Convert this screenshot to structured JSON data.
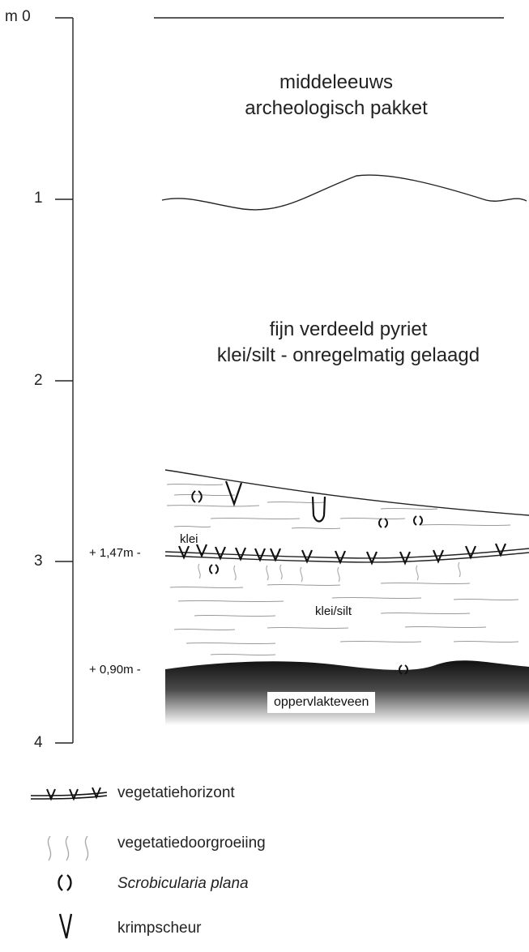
{
  "depth_scale": {
    "unit": "m",
    "ticks": [
      "m 0",
      "1",
      "2",
      "3",
      "4"
    ]
  },
  "layers": {
    "top": {
      "line1": "middeleeuws",
      "line2": "archeologisch pakket"
    },
    "middle": {
      "line1": "fijn verdeeld pyriet",
      "line2": "klei/silt - onregelmatig gelaagd"
    },
    "clay": "klei",
    "clay_silt": "klei/silt",
    "peat": "oppervlakteveen"
  },
  "levels": {
    "upper": "+ 1,47m -",
    "lower": "+ 0,90m -"
  },
  "legend": {
    "items": [
      {
        "icon": "vegetation-horizon-icon",
        "label": "vegetatiehorizont",
        "italic": false
      },
      {
        "icon": "root-growth-icon",
        "label": "vegetatiedoorgroeiing",
        "italic": false
      },
      {
        "icon": "shell-icon",
        "label": "Scrobicularia plana",
        "italic": true
      },
      {
        "icon": "crack-icon",
        "label": "krimpscheur",
        "italic": false
      }
    ]
  },
  "colors": {
    "line": "#222222",
    "silt_lines": "#9a9a9a",
    "roots": "#b0b0b0",
    "peat_dark": "#1a1a1a"
  }
}
